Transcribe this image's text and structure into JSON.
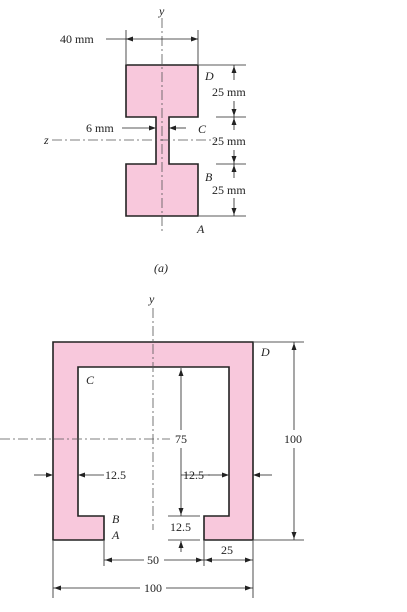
{
  "fig_a": {
    "axis_y": "y",
    "axis_z": "z",
    "width_label": "40 mm",
    "web_label": "6 mm",
    "seg1_label": "25 mm",
    "seg2_label": "25 mm",
    "seg3_label": "25 mm",
    "pt_D": "D",
    "pt_C": "C",
    "pt_B": "B",
    "pt_A": "A",
    "caption": "(a)"
  },
  "fig_b": {
    "axis_y": "y",
    "pt_D": "D",
    "pt_C": "C",
    "pt_B": "B",
    "pt_A": "A",
    "dim_75": "75",
    "dim_100_h": "100",
    "dim_12_5_left": "12.5",
    "dim_12_5_inner": "12.5",
    "dim_12_5_bottom": "12.5",
    "dim_50": "50",
    "dim_25": "25",
    "dim_100_w": "100"
  },
  "colors": {
    "fill": "#f8c8dc",
    "stroke": "#222222"
  }
}
